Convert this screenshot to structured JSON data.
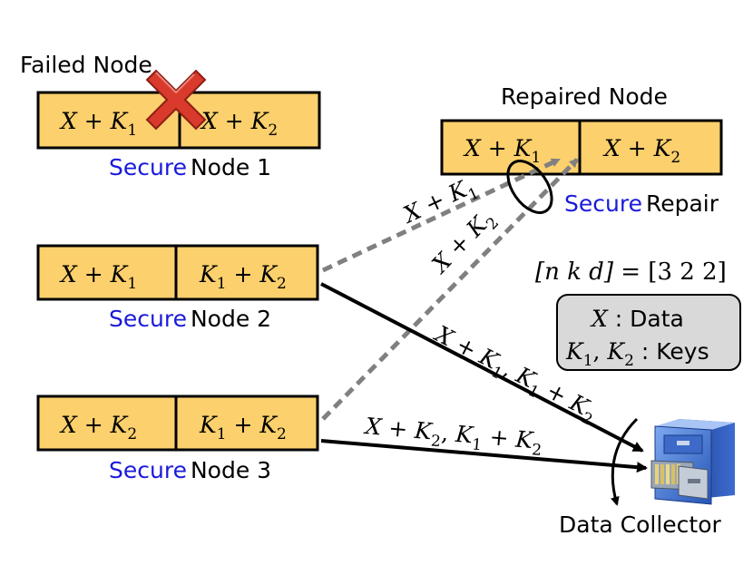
{
  "colors": {
    "cell_fill": "#FCD06C",
    "cell_stroke": "#000000",
    "secure_text": "#1A1ADB",
    "arrow_dashed": "#808080",
    "arrow_solid": "#000000",
    "legend_fill": "#D9D9D9",
    "cross": "#D93A2B"
  },
  "failed_node": {
    "label": "Failed Node",
    "cells": [
      {
        "base": "X + K",
        "sub": "1"
      },
      {
        "base": "X + K",
        "sub": "2"
      }
    ],
    "caption_secure": "Secure",
    "caption_rest": "Node 1",
    "cross_icon": "red-x-cross"
  },
  "repaired_node": {
    "label": "Repaired Node",
    "cells": [
      {
        "base": "X + K",
        "sub": "1"
      },
      {
        "base": "X + K",
        "sub": "2"
      }
    ]
  },
  "node2": {
    "cells": [
      {
        "pre": "",
        "base": "X + K",
        "sub": "1",
        "post": ""
      },
      {
        "pre": "K",
        "preSub": "1",
        "base": " + K",
        "sub": "2",
        "post": ""
      }
    ],
    "caption_secure": "Secure",
    "caption_rest": "Node 2"
  },
  "node3": {
    "cells": [
      {
        "pre": "",
        "base": "X + K",
        "sub": "2",
        "post": ""
      },
      {
        "pre": "K",
        "preSub": "1",
        "base": " + K",
        "sub": "2",
        "post": ""
      }
    ],
    "caption_secure": "Secure",
    "caption_rest": "Node 3"
  },
  "secure_repair": {
    "secure": "Secure",
    "rest": "Repair"
  },
  "arrow_labels": {
    "repair_from_node2": {
      "base": "X + K",
      "sub": "1"
    },
    "repair_from_node3": {
      "base": "X + K",
      "sub": "2"
    },
    "collect_from_node2": {
      "a": "X + K",
      "aSub": "1",
      "sep": ", ",
      "b": "K",
      "bSub": "1",
      "c": " + K",
      "cSub": "2"
    },
    "collect_from_node3": {
      "a": "X + K",
      "aSub": "2",
      "sep": ", ",
      "b": "K",
      "bSub": "1",
      "c": " + K",
      "cSub": "2"
    }
  },
  "parameters": {
    "lhs": "[n  k  d]",
    "eq": " = ",
    "rhs": "[3  2  2]"
  },
  "legend": {
    "line1_sym": "X",
    "line1_text": " : Data",
    "line2_sym_a": "K",
    "line2_sub_a": "1",
    "line2_sep": ", ",
    "line2_sym_b": "K",
    "line2_sub_b": "2",
    "line2_text": " : Keys"
  },
  "data_collector": {
    "label": "Data Collector",
    "icon": "file-cabinet-icon"
  }
}
